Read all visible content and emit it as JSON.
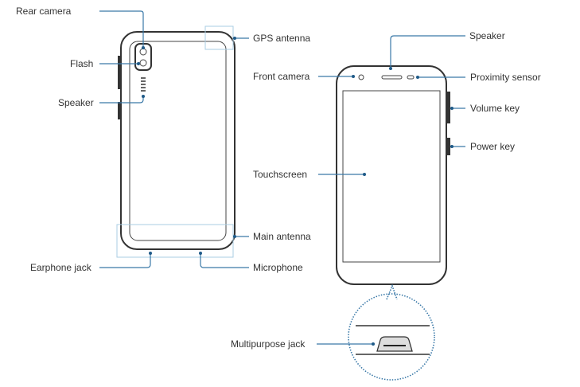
{
  "labels": {
    "rear_camera": "Rear camera",
    "flash": "Flash",
    "speaker_rear": "Speaker",
    "gps_antenna": "GPS antenna",
    "main_antenna": "Main antenna",
    "earphone_jack": "Earphone jack",
    "microphone": "Microphone",
    "speaker_front": "Speaker",
    "front_camera": "Front camera",
    "proximity_sensor": "Proximity sensor",
    "volume_key": "Volume key",
    "power_key": "Power key",
    "touchscreen": "Touchscreen",
    "multipurpose_jack": "Multipurpose jack"
  },
  "colors": {
    "leader": "#3a79a8",
    "highlight_box": "#a9cde3"
  }
}
